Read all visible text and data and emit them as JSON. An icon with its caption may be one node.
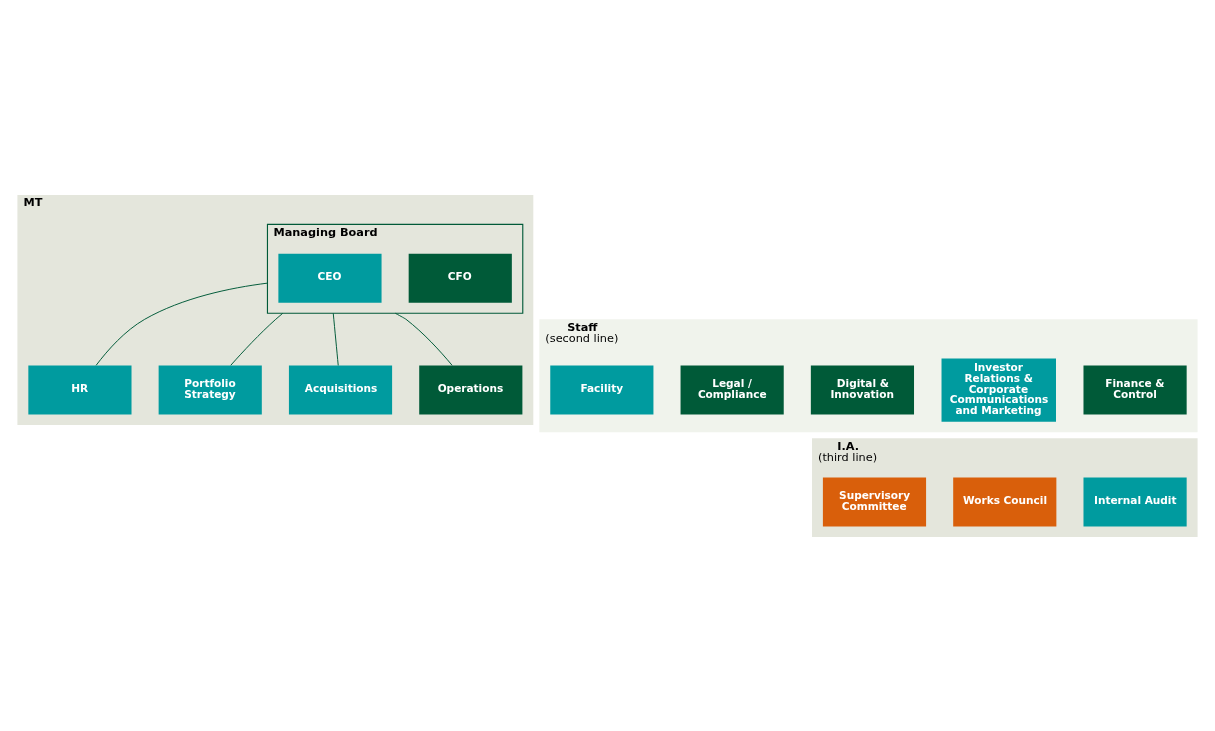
{
  "diagram": {
    "nodes": [
      {
        "text": [
          "MT"
        ]
      },
      {
        "text": [
          "Managing Board"
        ],
        "in": 0
      },
      {
        "text": [
          "CEO"
        ],
        "in": 1
      },
      {
        "text": [
          "CFO"
        ],
        "in": 1
      },
      {
        "text": [
          "HR"
        ],
        "in": 0
      },
      {
        "text": [
          "Portfolio Strategy"
        ],
        "in": 0
      },
      {
        "text": [
          "Acquisitions"
        ],
        "in": 0
      },
      {
        "text": [
          "Operations"
        ],
        "in": 0
      },
      {
        "text": [
          "Staff",
          "(second line)"
        ]
      },
      {
        "text": [
          "Finance & Control"
        ],
        "in": 8
      },
      {
        "text": [
          "Investor Relations & Corporate Communications and Marketing"
        ],
        "in": 8
      },
      {
        "text": [
          "Digital & Innovation"
        ],
        "in": 8
      },
      {
        "text": [
          "Legal / Compliance"
        ],
        "in": 8
      },
      {
        "text": [
          "Facility"
        ],
        "in": 8
      },
      {
        "text": [
          "I.A.",
          "(third line)"
        ]
      },
      {
        "text": [
          "Internal Audit"
        ],
        "in": 14
      },
      {
        "text": [
          "Works Council"
        ],
        "in": 14
      },
      {
        "text": [
          "Supervisory Committee"
        ],
        "in": 14
      }
    ],
    "edges": [
      {
        "from": 1,
        "to": 4,
        "arrow": "none"
      },
      {
        "from": 1,
        "to": 5,
        "arrow": "none"
      },
      {
        "from": 1,
        "to": 6,
        "arrow": "none"
      },
      {
        "from": 1,
        "to": 7,
        "arrow": "none"
      }
    ]
  }
}
